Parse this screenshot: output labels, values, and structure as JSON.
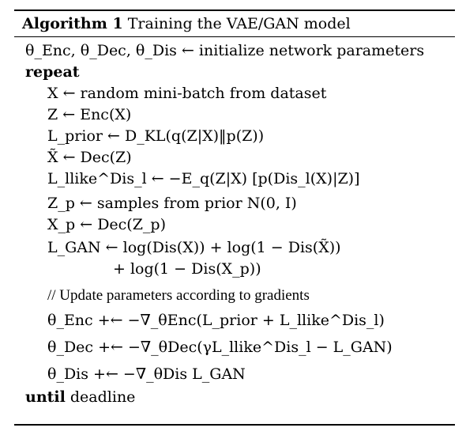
{
  "caption": {
    "label": "Algorithm 1",
    "title": "Training the VAE/GAN model"
  },
  "lines": [
    "θ_Enc, θ_Dec, θ_Dis ← initialize network parameters",
    "repeat",
    "X ← random mini-batch from dataset",
    "Z ← Enc(X)",
    "L_prior ← D_KL(q(Z|X)‖p(Z))",
    "X̃ ← Dec(Z)",
    "L_llike^Dis_l ← −E_q(Z|X) [p(Dis_l(X)|Z)]",
    "Z_p ← samples from prior N(0, I)",
    "X_p ← Dec(Z_p)",
    "L_GAN ← log(Dis(X)) + log(1 − Dis(X̃))",
    "+ log(1 − Dis(X_p))",
    "// Update parameters according to gradients",
    "θ_Enc +← −∇_θEnc(L_prior + L_llike^Dis_l)",
    "θ_Dec +← −∇_θDec(γL_llike^Dis_l − L_GAN)",
    "θ_Dis +← −∇_θDis L_GAN",
    "until deadline"
  ]
}
